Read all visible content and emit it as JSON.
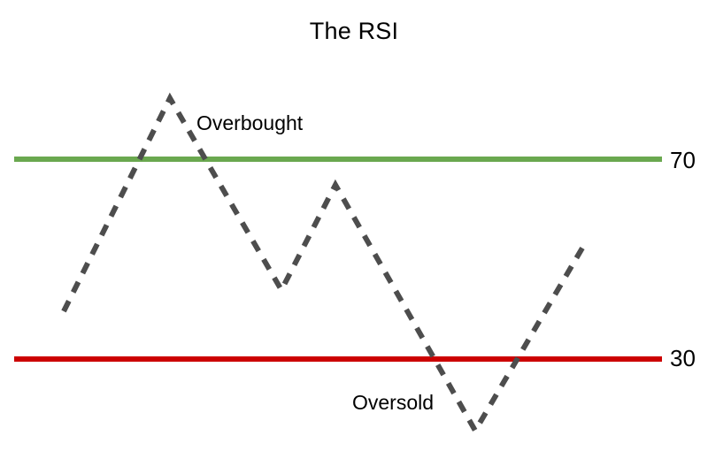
{
  "chart_data": {
    "type": "line",
    "title": "The RSI",
    "xlabel": "",
    "ylabel": "",
    "grid": false,
    "legend": "none",
    "ylim": [
      0,
      100
    ],
    "series": [
      {
        "name": "RSI",
        "style": "dashed",
        "color": "#4d4d4d",
        "points": [
          {
            "x": 0,
            "y": 38
          },
          {
            "x": 13,
            "y": 85
          },
          {
            "x": 34,
            "y": 44
          },
          {
            "x": 41,
            "y": 65
          },
          {
            "x": 59,
            "y": 18
          },
          {
            "x": 70,
            "y": 53
          }
        ]
      }
    ],
    "reference_lines": [
      {
        "name": "overbought",
        "value": 70,
        "label": "70",
        "color": "#6aa84f"
      },
      {
        "name": "oversold",
        "value": 30,
        "label": "30",
        "color": "#cc0000"
      }
    ],
    "annotations": [
      {
        "name": "overbought",
        "text": "Overbought"
      },
      {
        "name": "oversold",
        "text": "Oversold"
      }
    ]
  },
  "chart": {
    "title": "The RSI",
    "axis_labels": {
      "overbought_value": "70",
      "oversold_value": "30"
    },
    "annotations": {
      "overbought": "Overbought",
      "oversold": "Oversold"
    },
    "colors": {
      "overbought_line": "#6aa84f",
      "oversold_line": "#cc0000",
      "rsi_line": "#4d4d4d",
      "background": "#ffffff",
      "text": "#000000"
    }
  }
}
